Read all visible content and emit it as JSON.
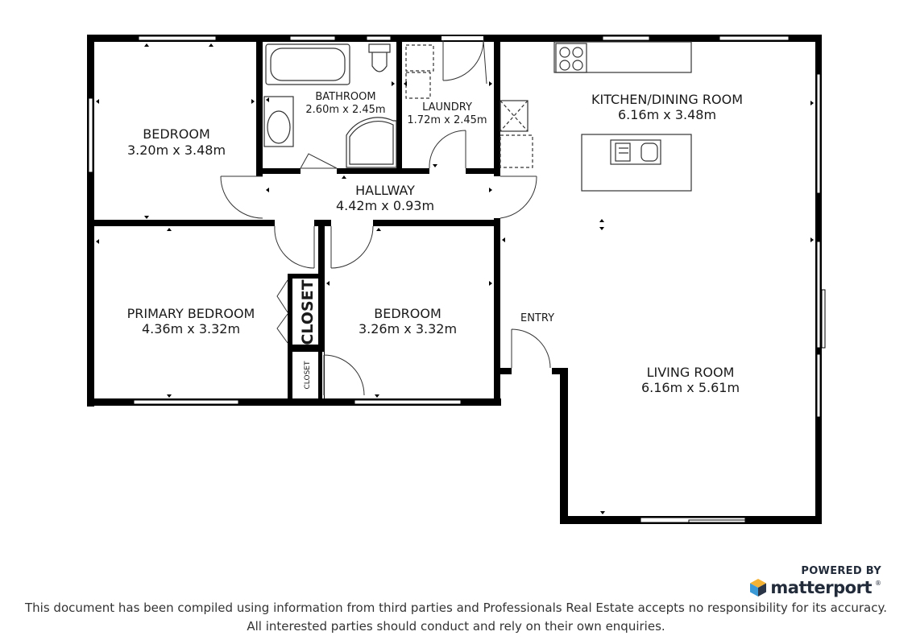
{
  "rooms": {
    "bedroom_1": {
      "name": "BEDROOM",
      "size": "3.20m x 3.48m"
    },
    "bathroom": {
      "name": "BATHROOM",
      "size": "2.60m x 2.45m"
    },
    "laundry": {
      "name": "LAUNDRY",
      "size": "1.72m x 2.45m"
    },
    "kitchen": {
      "name": "KITCHEN/DINING ROOM",
      "size": "6.16m x 3.48m"
    },
    "hallway": {
      "name": "HALLWAY",
      "size": "4.42m x 0.93m"
    },
    "primary_bedroom": {
      "name": "PRIMARY BEDROOM",
      "size": "4.36m x 3.32m"
    },
    "closet_large": {
      "name": "CLOSET"
    },
    "closet_small": {
      "name": "CLOSET"
    },
    "bedroom_2": {
      "name": "BEDROOM",
      "size": "3.26m x 3.32m"
    },
    "entry": {
      "name": "ENTRY"
    },
    "living_room": {
      "name": "LIVING ROOM",
      "size": "6.16m x 5.61m"
    }
  },
  "branding": {
    "powered_by": "POWERED BY",
    "name": "matterport",
    "trademark": "®",
    "logo_icon": "matterport-cube-icon",
    "logo_colors": [
      "#f5b335",
      "#3b9ad6",
      "#2a3548"
    ]
  },
  "disclaimer": {
    "line1": "This document has been compiled using information from third parties and Professionals Real Estate accepts no responsibility for its accuracy.",
    "line2": "All interested parties should conduct and rely on their own enquiries."
  },
  "colors": {
    "wall": "#000000",
    "line": "#333333",
    "background": "#ffffff"
  }
}
